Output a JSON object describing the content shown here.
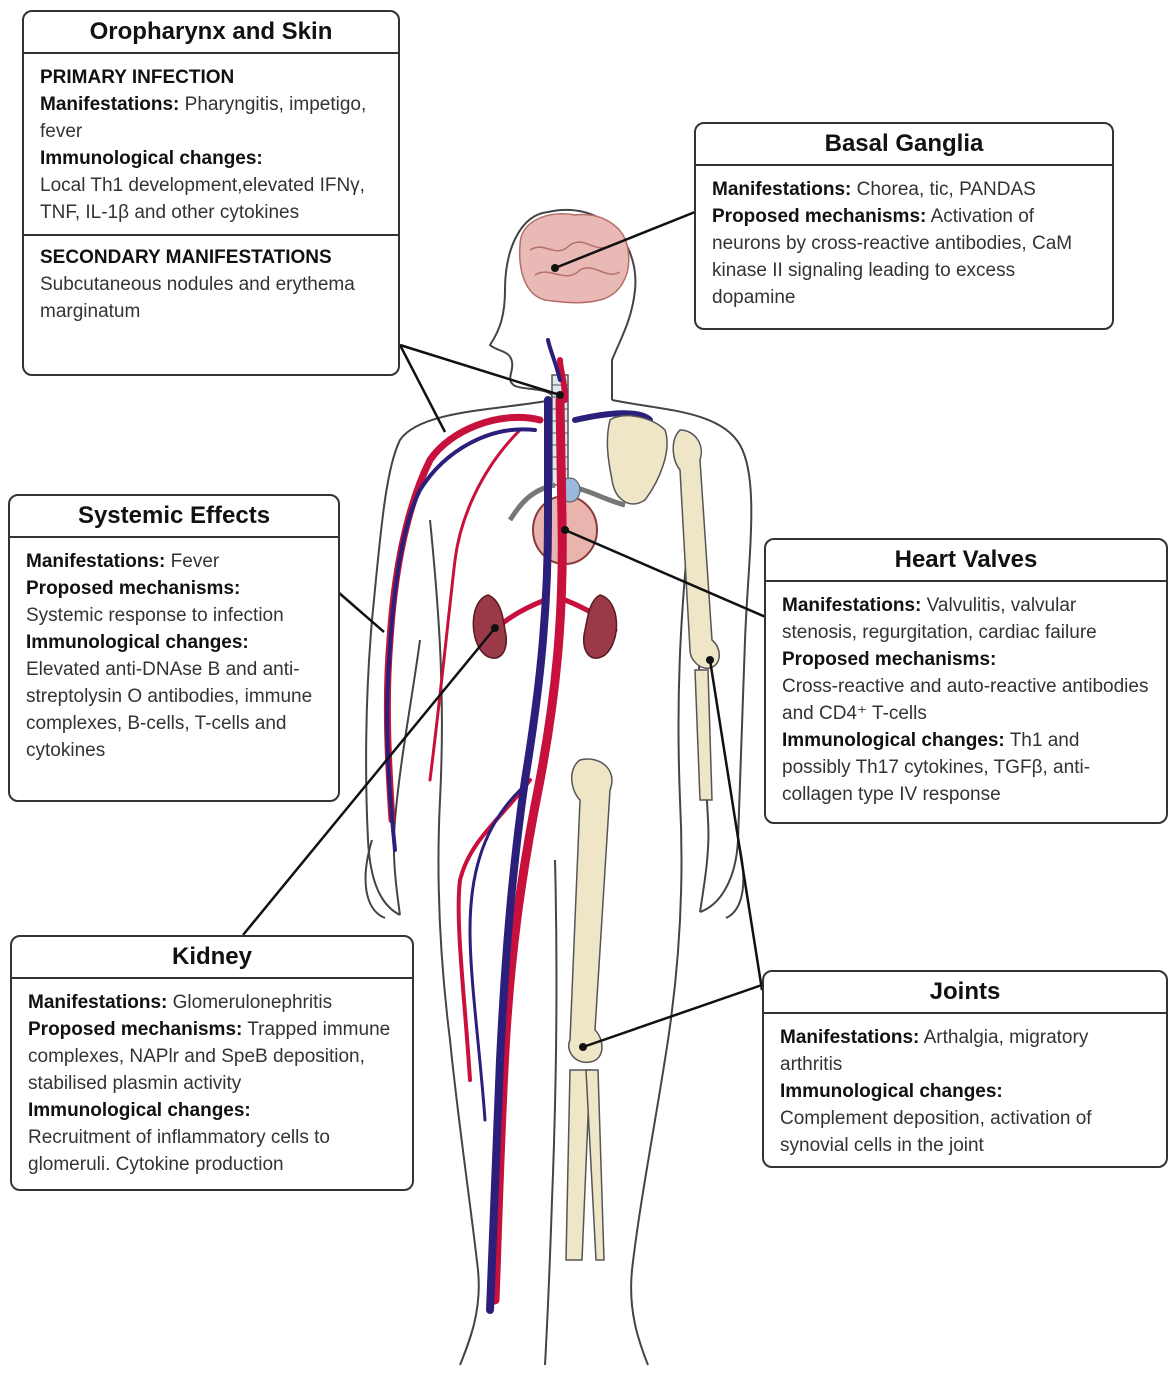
{
  "oropharynx": {
    "title": "Oropharynx and Skin",
    "primary_heading": "PRIMARY INFECTION",
    "manifestations_label": "Manifestations:",
    "manifestations_text": "Pharyngitis, impetigo, fever",
    "immuno_label": "Immunological changes:",
    "immuno_text": "Local Th1 development,elevated IFNγ, TNF, IL-1β  and other cytokines",
    "secondary_heading": "SECONDARY MANIFESTATIONS",
    "secondary_text": "Subcutaneous nodules and erythema marginatum"
  },
  "basal_ganglia": {
    "title": "Basal Ganglia",
    "manifestations_label": "Manifestations:",
    "manifestations_text": "Chorea, tic, PANDAS",
    "mechanisms_label": "Proposed mechanisms:",
    "mechanisms_text": "Activation of neurons by cross-reactive antibodies, CaM kinase II signaling leading to excess dopamine"
  },
  "systemic": {
    "title": "Systemic Effects",
    "manifestations_label": "Manifestations:",
    "manifestations_text": "Fever",
    "mechanisms_label": "Proposed mechanisms:",
    "mechanisms_text": "Systemic response to infection",
    "immuno_label": "Immunological changes:",
    "immuno_text": "Elevated anti-DNAse B and anti-streptolysin O antibodies, immune complexes, B-cells, T-cells and cytokines"
  },
  "heart_valves": {
    "title": "Heart Valves",
    "manifestations_label": "Manifestations:",
    "manifestations_text": "Valvulitis, valvular stenosis, regurgitation, cardiac failure",
    "mechanisms_label": "Proposed mechanisms:",
    "mechanisms_text": "Cross-reactive and auto-reactive antibodies and CD4⁺ T-cells",
    "immuno_label": "Immunological changes:",
    "immuno_text": "Th1 and possibly Th17 cytokines, TGFβ, anti-collagen type IV response"
  },
  "kidney": {
    "title": "Kidney",
    "manifestations_label": "Manifestations:",
    "manifestations_text": "Glomerulonephritis",
    "mechanisms_label": "Proposed mechanisms:",
    "mechanisms_text": "Trapped immune complexes, NAPlr and SpeB deposition, stabilised plasmin activity",
    "immuno_label": "Immunological changes:",
    "immuno_text": "Recruitment of inflammatory cells to glomeruli. Cytokine production"
  },
  "joints": {
    "title": "Joints",
    "manifestations_label": "Manifestations:",
    "manifestations_text": "Arthalgia, migratory arthritis",
    "immuno_label": "Immunological changes:",
    "immuno_text": "Complement deposition, activation of synovial cells in the joint"
  },
  "colors": {
    "artery": "#c8103c",
    "vein": "#2a1f7a",
    "bone": "#efe6c7",
    "brain": "#e8b9b5",
    "kidney": "#9a3a48",
    "outline": "#333333"
  }
}
